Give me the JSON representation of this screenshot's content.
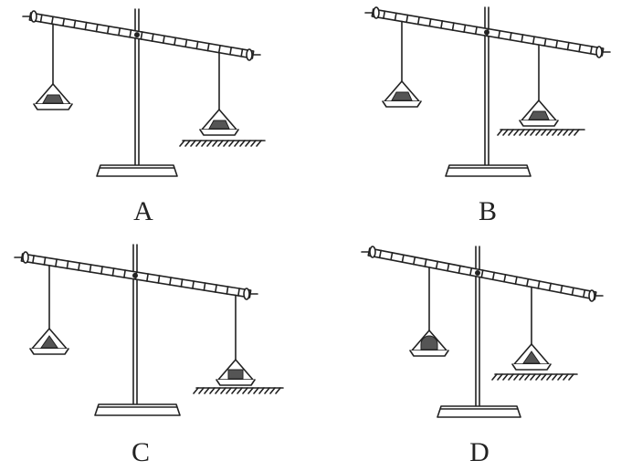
{
  "panels": [
    {
      "label": "A",
      "pan_contents": {
        "left": "trapezoid",
        "right": "trapezoid"
      },
      "right_pan_on_ground": true
    },
    {
      "label": "B",
      "pan_contents": {
        "left": "trapezoid",
        "right": "trapezoid"
      },
      "right_pan_on_ground": true
    },
    {
      "label": "C",
      "pan_contents": {
        "left": "triangle",
        "right": "rectangle"
      },
      "right_pan_on_ground": true
    },
    {
      "label": "D",
      "pan_contents": {
        "left": "semicircle",
        "right": "triangle"
      },
      "right_pan_on_ground": true
    }
  ]
}
